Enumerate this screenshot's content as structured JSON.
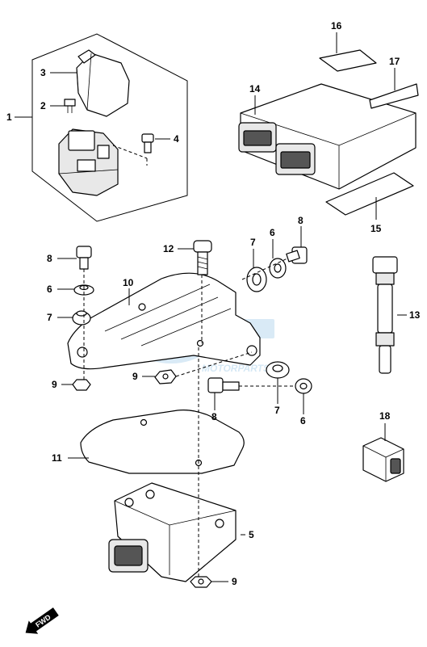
{
  "callouts": {
    "c1": "1",
    "c2": "2",
    "c3": "3",
    "c4": "4",
    "c5": "5",
    "c6a": "6",
    "c6b": "6",
    "c6c": "6",
    "c7a": "7",
    "c7b": "7",
    "c7c": "7",
    "c8a": "8",
    "c8b": "8",
    "c8c": "8",
    "c9a": "9",
    "c9b": "9",
    "c9c": "9",
    "c10": "10",
    "c11": "11",
    "c12": "12",
    "c13": "13",
    "c14": "14",
    "c15": "15",
    "c16": "16",
    "c17": "17",
    "c18": "18"
  },
  "watermark": {
    "sub": "MOTORPARTS"
  },
  "fwd": {
    "label": "FWD"
  },
  "colors": {
    "line": "#000000",
    "watermark": "#b9d8ee",
    "background": "#ffffff"
  }
}
